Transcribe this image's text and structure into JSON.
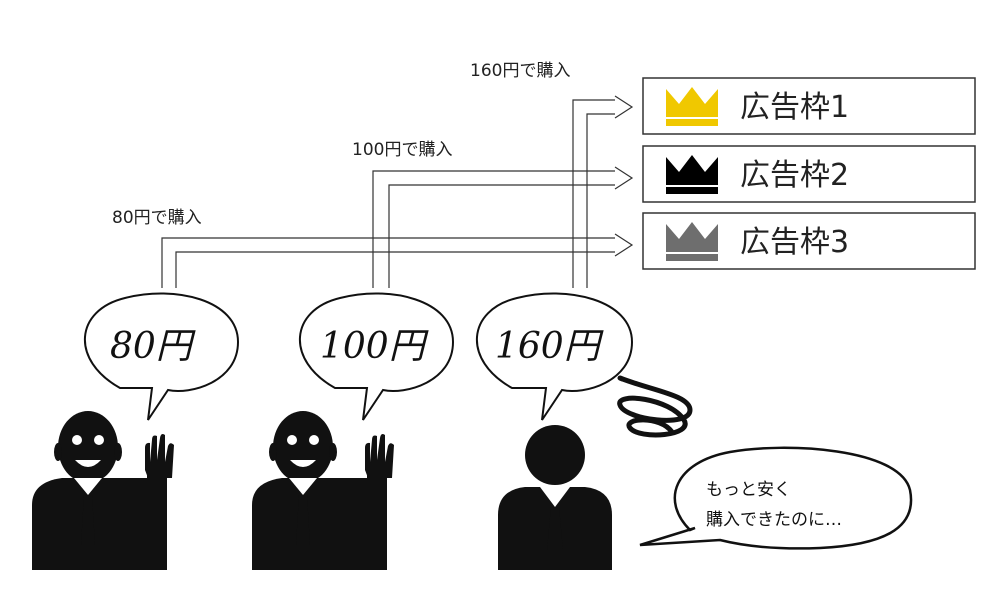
{
  "ad_slots": [
    {
      "label": "広告枠1",
      "crown_color": "#f0c800"
    },
    {
      "label": "広告枠2",
      "crown_color": "#000000"
    },
    {
      "label": "広告枠3",
      "crown_color": "#6e6e6e"
    }
  ],
  "purchase_labels": [
    "160円で購入",
    "100円で購入",
    "80円で購入"
  ],
  "bids": [
    "80円",
    "100円",
    "160円"
  ],
  "regret": {
    "line1": "もっと安く",
    "line2": "購入できたのに…"
  }
}
